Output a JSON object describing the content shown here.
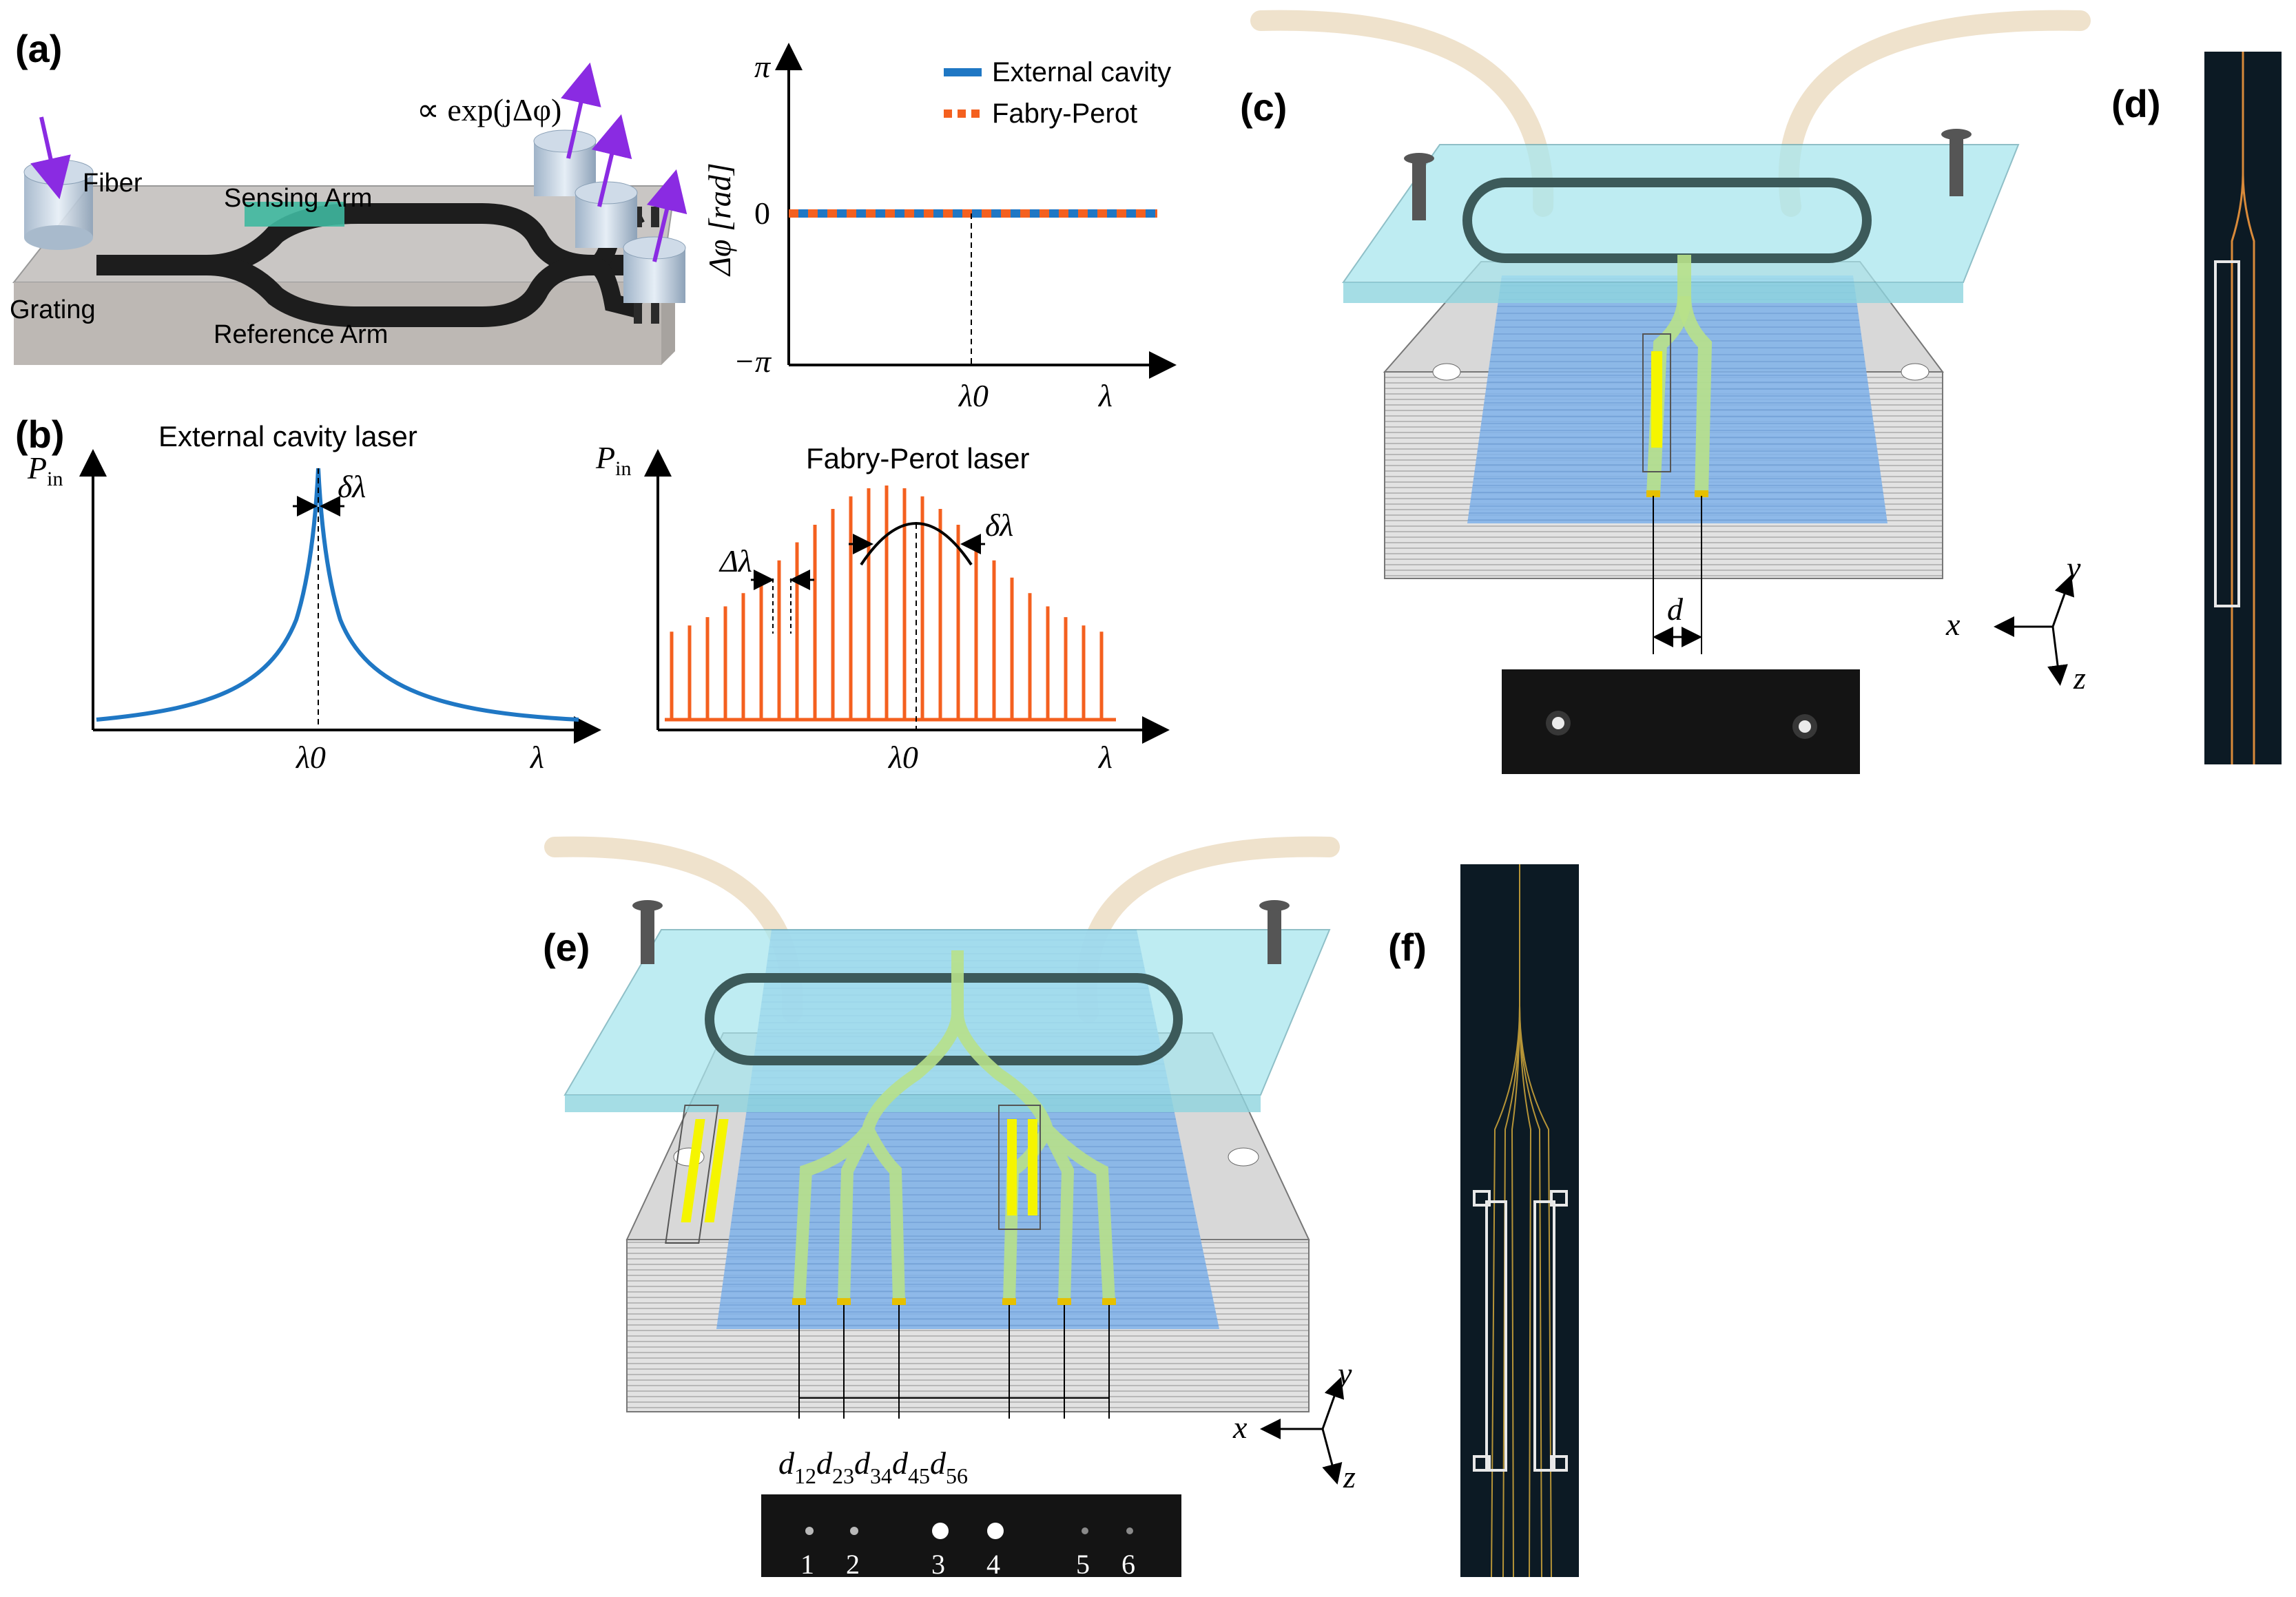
{
  "panels": {
    "a": "(a)",
    "b": "(b)",
    "c": "(c)",
    "d": "(d)",
    "e": "(e)",
    "f": "(f)"
  },
  "panel_a": {
    "fiber": "Fiber",
    "sensing_arm": "Sensing Arm",
    "grating": "Grating",
    "reference_arm": "Reference Arm",
    "proportional": "∝ exp(jΔφ)"
  },
  "phase_plot": {
    "ylabel": "Δφ [rad]",
    "y_top": "π",
    "y_mid": "0",
    "y_bot": "−π",
    "x_tick": "λ0",
    "x_label": "λ",
    "legend": [
      {
        "name": "External cavity",
        "color": "#1f77c4"
      },
      {
        "name": "Fabry-Perot",
        "color": "#f4601f"
      }
    ]
  },
  "ecl_plot": {
    "title": "External cavity laser",
    "ylabel": "P",
    "ylabel_sub": "in",
    "linewidth": "δλ",
    "x_tick": "λ0",
    "x_label": "λ",
    "color": "#1f77c4"
  },
  "fp_plot": {
    "title": "Fabry-Perot laser",
    "ylabel": "P",
    "ylabel_sub": "in",
    "spacing": "Δλ",
    "linewidth": "δλ",
    "x_tick": "λ0",
    "x_label": "λ",
    "color": "#f4601f"
  },
  "panel_c": {
    "d": "d",
    "axis_x": "x",
    "axis_y": "y",
    "axis_z": "z"
  },
  "panel_e": {
    "spacings": [
      {
        "d": "d",
        "sub": "12"
      },
      {
        "d": "d",
        "sub": "23"
      },
      {
        "d": "d",
        "sub": "34"
      },
      {
        "d": "d",
        "sub": "45"
      },
      {
        "d": "d",
        "sub": "56"
      }
    ],
    "spot_labels": [
      "1",
      "2",
      "3",
      "4",
      "5",
      "6"
    ],
    "axis_x": "x",
    "axis_y": "y",
    "axis_z": "z"
  }
}
